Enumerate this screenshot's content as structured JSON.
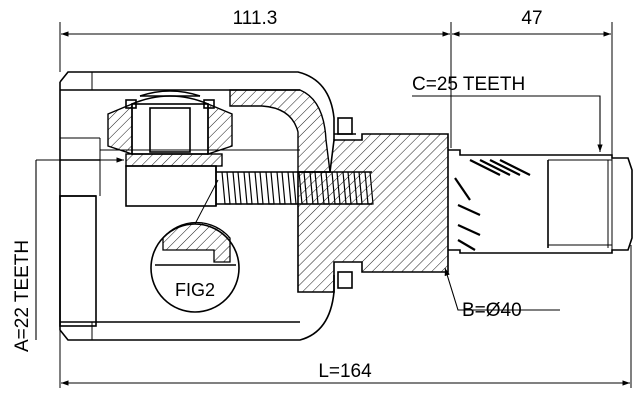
{
  "dimensions": {
    "top_left": "111.3",
    "top_right": "47",
    "bottom": "L=164"
  },
  "callouts": {
    "outer_spline": "C=25 TEETH",
    "shaft_diameter": "B=Ø40",
    "inner_spline": "A=22 TEETH",
    "detail": "FIG2"
  }
}
